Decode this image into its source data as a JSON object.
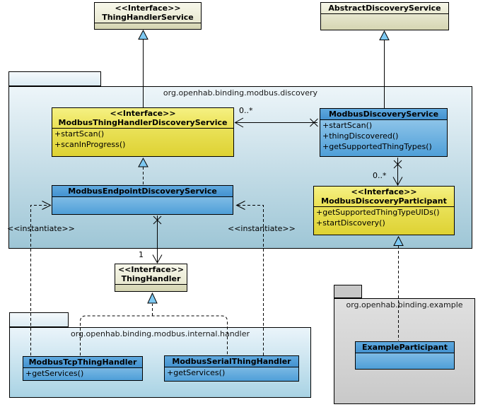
{
  "packages": {
    "discovery": {
      "title": "org.openhab.binding.modbus.discovery"
    },
    "handler": {
      "title": "org.openhab.binding.modbus.internal.handler"
    },
    "example": {
      "title": "org.openhab.binding.example"
    }
  },
  "classes": {
    "thing_handler_service": {
      "stereotype": "<<Interface>>",
      "name": "ThingHandlerService"
    },
    "abstract_discovery_service": {
      "name": "AbstractDiscoveryService"
    },
    "modbus_thing_handler_discovery_service": {
      "stereotype": "<<Interface>>",
      "name": "ModbusThingHandlerDiscoveryService",
      "methods": [
        "+startScan()",
        "+scanInProgress()"
      ]
    },
    "modbus_discovery_service": {
      "name": "ModbusDiscoveryService",
      "methods": [
        "+startScan()",
        "+thingDiscovered()",
        "+getSupportedThingTypes()"
      ]
    },
    "modbus_endpoint_discovery_service": {
      "name": "ModbusEndpointDiscoveryService"
    },
    "modbus_discovery_participant": {
      "stereotype": "<<Interface>>",
      "name": "ModbusDiscoveryParticipant",
      "methods": [
        "+getSupportedThingTypeUIDs()",
        "+startDiscovery()"
      ]
    },
    "thing_handler": {
      "stereotype": "<<Interface>>",
      "name": "ThingHandler"
    },
    "modbus_tcp_thing_handler": {
      "name": "ModbusTcpThingHandler",
      "methods": [
        "+getServices()"
      ]
    },
    "modbus_serial_thing_handler": {
      "name": "ModbusSerialThingHandler",
      "methods": [
        "+getServices()"
      ]
    },
    "example_participant": {
      "name": "ExampleParticipant"
    }
  },
  "labels": {
    "mult_discovery_services": "0..*",
    "mult_participants": "0..*",
    "mult_thing_handler": "1",
    "instantiate_left": "<<instantiate>>",
    "instantiate_right": "<<instantiate>>"
  },
  "colors": {
    "interface_yellow": "#ebe155",
    "class_blue_header": "#4a9ad6",
    "class_blue_body": "#9fcfef",
    "interface_tan": "#e9e9d1",
    "package_blue": "#9ec6d6",
    "package_gray": "#c9c9c9",
    "realization_triangle": "#7ec9f2"
  }
}
